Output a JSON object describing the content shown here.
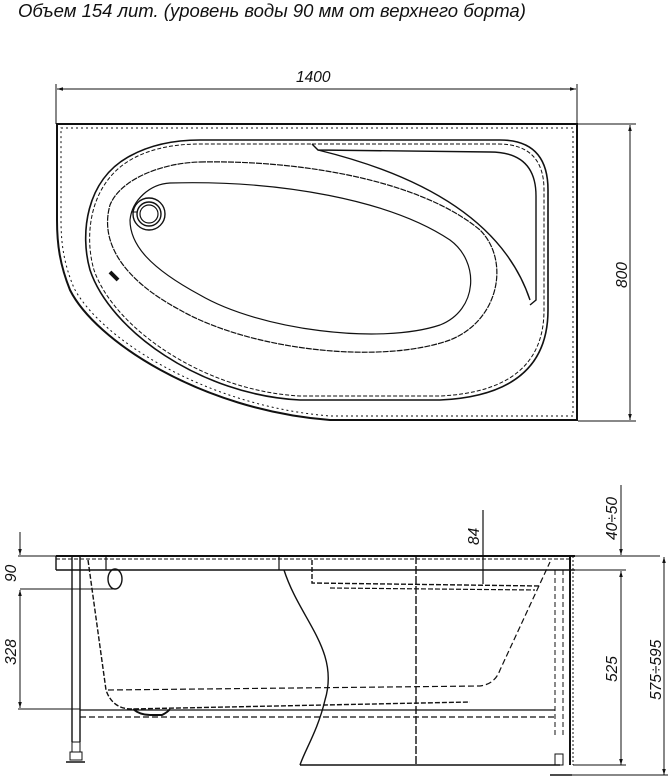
{
  "title": "Объем 154 лит. (уровень воды 90 мм от верхнего борта)",
  "plan_view": {
    "width_label": "1400",
    "height_label": "800"
  },
  "side_view": {
    "rim_label": "90",
    "depth_label": "328",
    "shelf_label": "84",
    "adjust_label": "40÷50",
    "height_label": "525",
    "total_label": "575÷595"
  },
  "colors": {
    "line": "#111111",
    "background": "#ffffff"
  }
}
